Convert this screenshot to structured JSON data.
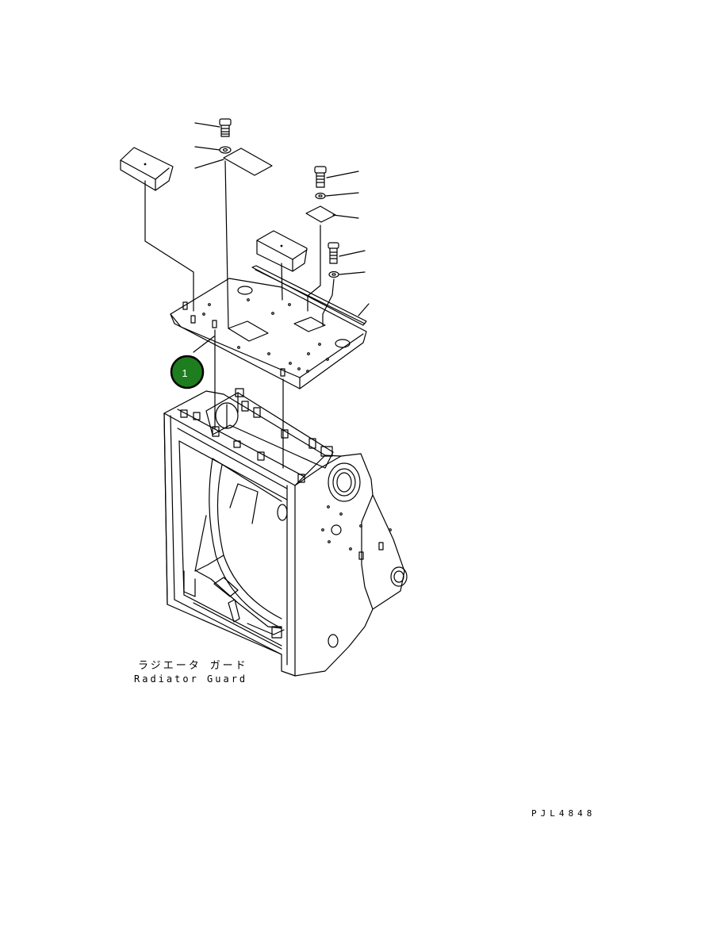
{
  "diagram": {
    "callouts": [
      {
        "number": "1",
        "color": "#1e7d1e"
      }
    ],
    "caption_jp": "ラジエータ ガード",
    "caption_en": "Radiator Guard",
    "drawing_code": "PJL4848"
  }
}
